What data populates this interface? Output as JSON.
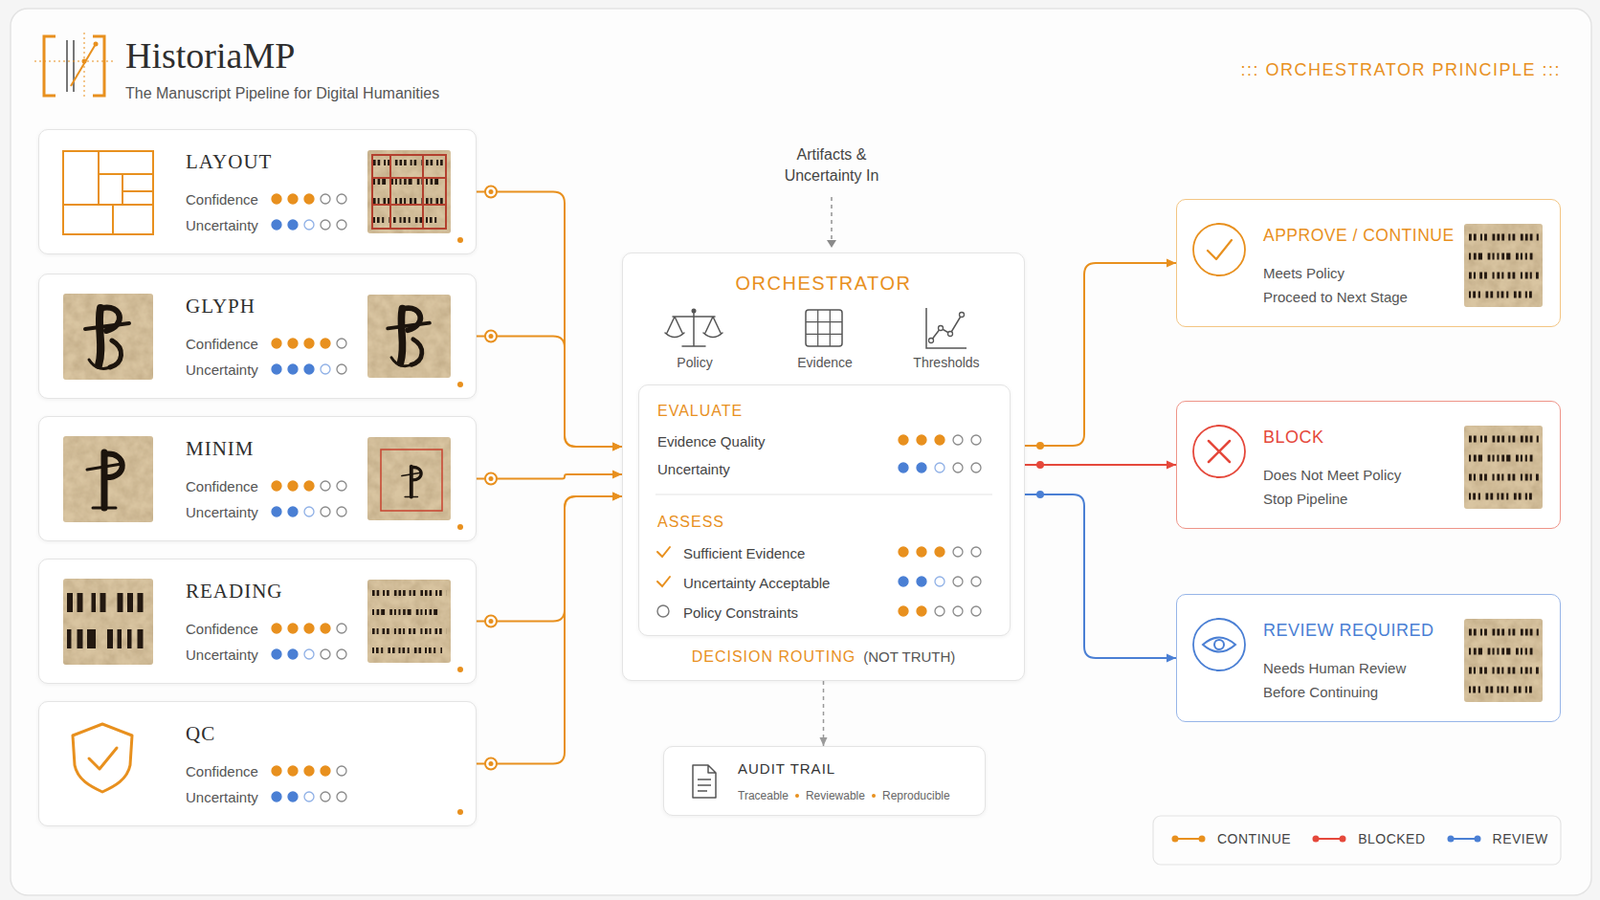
{
  "diagram": {
    "title": "HistoriaMP",
    "nodes": [
      {
        "text": [
          "LAYOUT",
          "Confidence",
          "Uncertainty"
        ]
      },
      {
        "text": [
          "GLYPH",
          "Confidence",
          "Uncertainty"
        ]
      },
      {
        "text": [
          "MINIM",
          "Confidence",
          "Uncertainty"
        ]
      },
      {
        "text": [
          "READING",
          "Confidence",
          "Uncertainty"
        ]
      },
      {
        "text": [
          "QC",
          "Confidence",
          "Uncertainty"
        ]
      },
      {
        "text": [
          "ORCHESTRATOR",
          "Policy",
          "Evidence",
          "Thresholds",
          "DECISION ROUTING",
          "(NOT TRUTH)"
        ]
      },
      {
        "text": [
          "EVALUATE",
          "Evidence Quality",
          "Uncertainty",
          "ASSESS",
          "Sufficient Evidence",
          "Uncertainty Acceptable",
          "Policy Constraints"
        ],
        "in": 5
      },
      {
        "text": [
          "AUDIT TRAIL",
          "Traceable",
          "Reviewable",
          "Reproducible"
        ]
      },
      {
        "text": [
          "APPROVE / CONTINUE",
          "Meets Policy",
          "Proceed to Next Stage"
        ]
      },
      {
        "text": [
          "BLOCK",
          "Does Not Meet Policy",
          "Stop Pipeline"
        ]
      },
      {
        "text": [
          "REVIEW REQUIRED",
          "Needs Human Review",
          "Before Continuing"
        ]
      }
    ],
    "edges": [
      {
        "from": 0,
        "to": 5,
        "arrow": "to"
      },
      {
        "from": 1,
        "to": 5,
        "arrow": "to"
      },
      {
        "from": 2,
        "to": 5,
        "arrow": "to"
      },
      {
        "from": 3,
        "to": 5,
        "arrow": "to"
      },
      {
        "from": 4,
        "to": 5,
        "arrow": "to"
      },
      {
        "from": 5,
        "to": 8,
        "arrow": "to"
      },
      {
        "from": 5,
        "to": 9,
        "arrow": "to"
      },
      {
        "from": 5,
        "to": 10,
        "arrow": "to"
      },
      {
        "from": 5,
        "to": 7,
        "arrow": "to"
      }
    ],
    "labels": [
      "The Manuscript Pipeline for Digital Humanities",
      "::: ORCHESTRATOR PRINCIPLE :::",
      "Artifacts & Uncertainty In"
    ],
    "legend": [
      {
        "text": "CONTINUE"
      },
      {
        "text": "BLOCKED"
      },
      {
        "text": "REVIEW"
      }
    ]
  }
}
